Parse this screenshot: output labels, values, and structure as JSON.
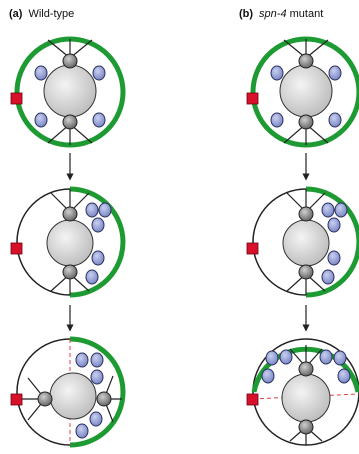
{
  "panels": [
    {
      "letter": "(a)",
      "title": "Wild-type"
    },
    {
      "letter": "(b)",
      "title_italic": "spn-4",
      "title_rest": " mutant"
    }
  ],
  "colors": {
    "cortex_green": "#1e9a32",
    "pos_marker_red": "#d8102a",
    "nucleus_fill": "#d6d6d6",
    "centrosome_fill": "#8f8f8f",
    "granule_fill": "#9aa6d8",
    "granule_stroke": "#2a3160",
    "cleavage_line": "#e0404a"
  }
}
